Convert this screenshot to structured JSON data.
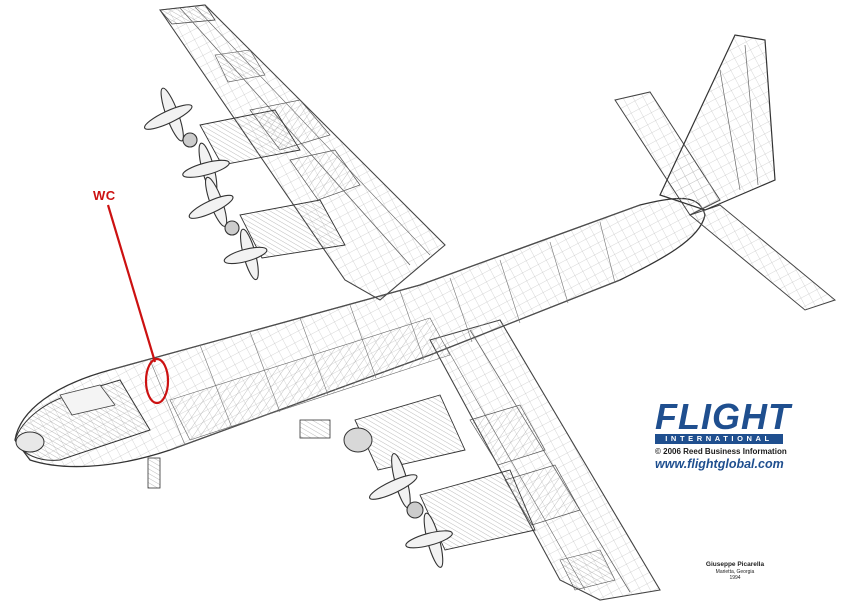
{
  "annotation": {
    "label": "WC",
    "color": "#cc1111"
  },
  "branding": {
    "logo_text": "FLIGHT",
    "logo_subtext": "INTERNATIONAL",
    "copyright": "© 2006 Reed Business Information",
    "url": "www.flightglobal.com",
    "brand_color": "#1f4f8f"
  },
  "credit": {
    "artist": "Giuseppe Picarella",
    "location": "Marietta, Georgia",
    "year": "1994"
  },
  "icons": [
    "propeller-icon",
    "aircraft-cutaway-drawing"
  ]
}
